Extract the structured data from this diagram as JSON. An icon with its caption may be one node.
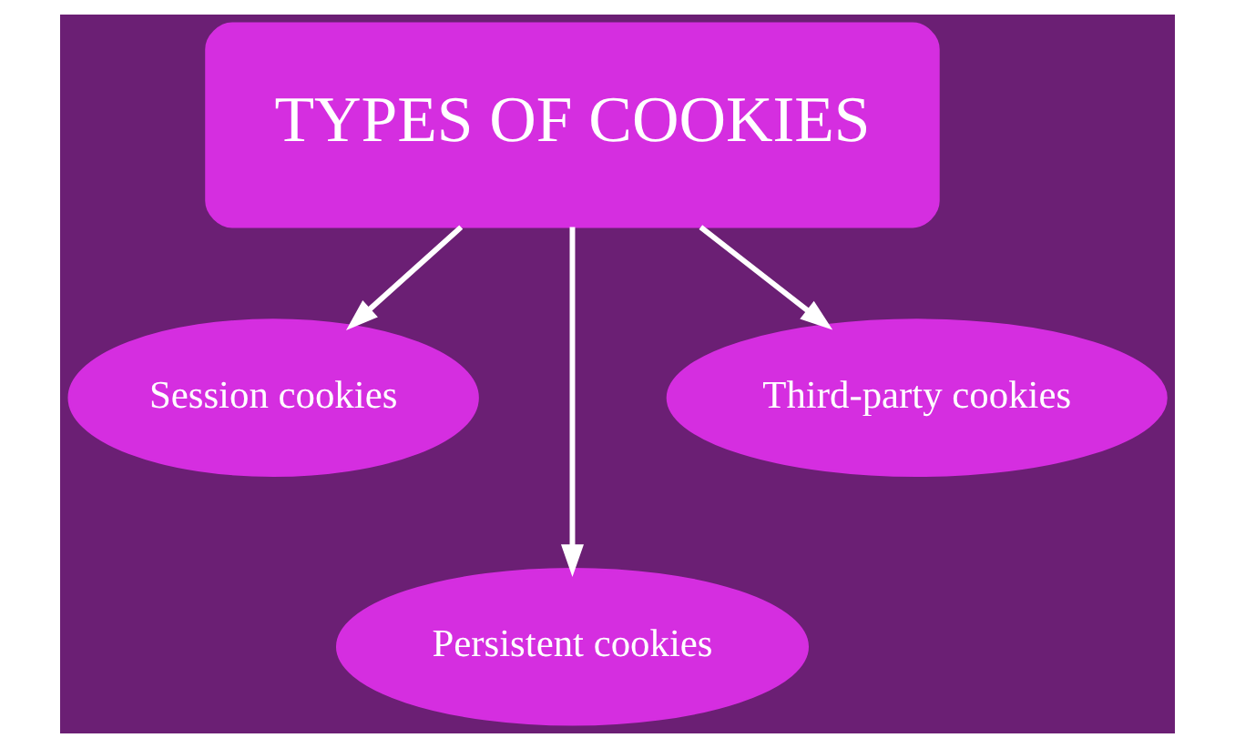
{
  "diagram": {
    "nodes": [
      {
        "text": [
          "TYPES OF COOKIES"
        ]
      },
      {
        "text": [
          "Session cookies"
        ]
      },
      {
        "text": [
          "Persistent cookies"
        ]
      },
      {
        "text": [
          "Third-party cookies"
        ]
      }
    ],
    "edges": [
      {
        "from": 0,
        "to": 1,
        "arrow": "to"
      },
      {
        "from": 0,
        "to": 2,
        "arrow": "to"
      },
      {
        "from": 0,
        "to": 3,
        "arrow": "to"
      }
    ]
  }
}
